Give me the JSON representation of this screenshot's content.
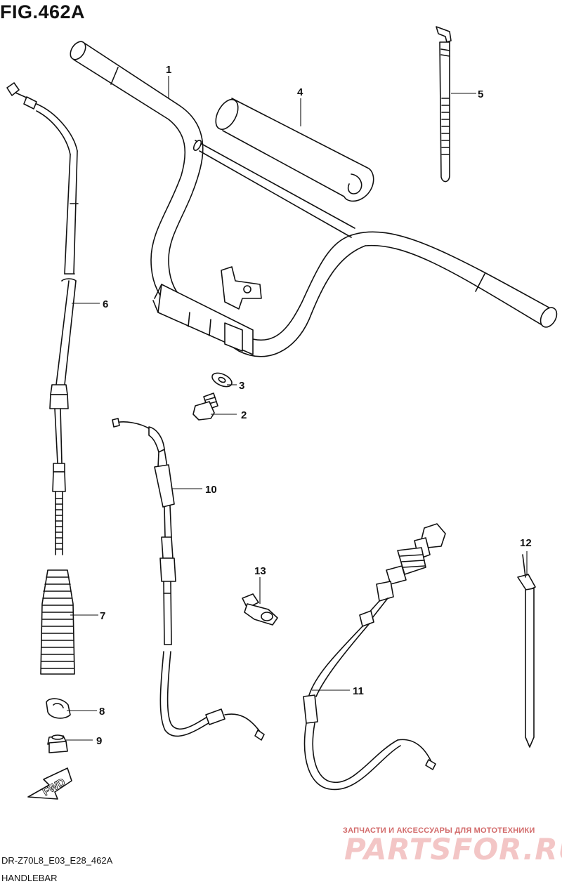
{
  "figure": {
    "title": "FIG.462A",
    "code": "DR-Z70L8_E03_E28_462A",
    "name": "HANDLEBAR",
    "direction_label": "FWD"
  },
  "watermark": {
    "subtitle": "ЗАПЧАСТИ И АКСЕССУАРЫ ДЛЯ МОТОТЕХНИКИ",
    "brand": "PARTSFOR.RU"
  },
  "callouts": [
    "1",
    "2",
    "3",
    "4",
    "5",
    "6",
    "7",
    "8",
    "9",
    "10",
    "11",
    "12",
    "13"
  ]
}
